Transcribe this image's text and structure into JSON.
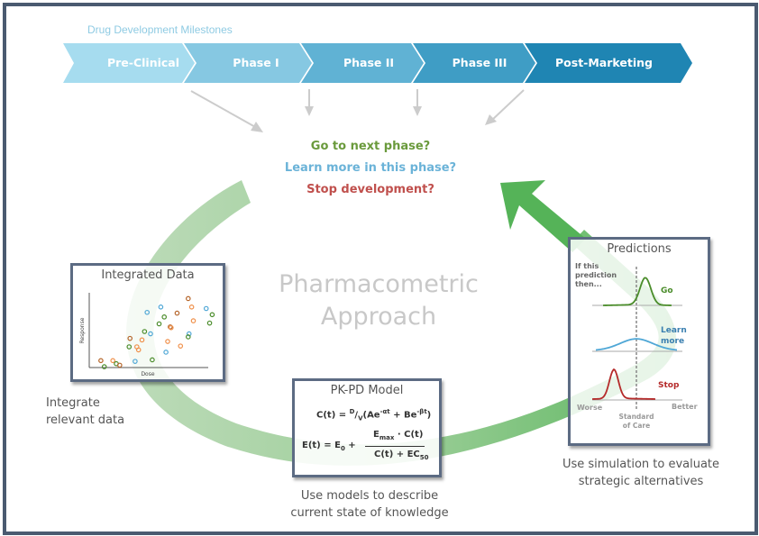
{
  "milestones": {
    "title": "Drug Development Milestones",
    "phases": [
      {
        "label": "Pre-Clinical",
        "color": "#a6dcef"
      },
      {
        "label": "Phase I",
        "color": "#86c8e2"
      },
      {
        "label": "Phase II",
        "color": "#60b2d4"
      },
      {
        "label": "Phase III",
        "color": "#3f9dc5"
      },
      {
        "label": "Post-Marketing",
        "color": "#1f85b3"
      }
    ]
  },
  "decisions": {
    "go": {
      "text": "Go to next phase?",
      "color": "#6a9a3c"
    },
    "learn": {
      "text": "Learn more in this phase?",
      "color": "#6bb3d8"
    },
    "stop": {
      "text": "Stop development?",
      "color": "#c0504d"
    }
  },
  "center": {
    "line1": "Pharmacometric",
    "line2": "Approach"
  },
  "integrated_data": {
    "title": "Integrated Data",
    "xlabel": "Dose",
    "ylabel": "Response",
    "caption_line1": "Integrate",
    "caption_line2": "relevant data",
    "series": [
      {
        "name": "brown",
        "color": "#b5652a"
      },
      {
        "name": "orange",
        "color": "#f0904a"
      },
      {
        "name": "green",
        "color": "#4a8c2a"
      },
      {
        "name": "blue",
        "color": "#4fa7d6"
      }
    ]
  },
  "pkpd": {
    "title": "PK-PD Model",
    "eq1": {
      "lhs": "C(t) = ",
      "d": "D",
      "slash": "/",
      "v": "V",
      "open": "(Ae",
      "exp1": "-αt",
      "plus": " + Be",
      "exp2": "-βt",
      "close": ")"
    },
    "eq2": {
      "lhs": "E(t) = E",
      "sub0": "0",
      "plus": " +",
      "num_e": "E",
      "num_sub": "max",
      "num_rest": " · C(t)",
      "den": "C(t) + EC",
      "den_sub": "50"
    },
    "caption_line1": "Use models to describe",
    "caption_line2": "current state of knowledge"
  },
  "predictions": {
    "title": "Predictions",
    "intro": [
      "If this",
      "prediction",
      "then..."
    ],
    "go": {
      "label": "Go",
      "color": "#4a8c2a"
    },
    "learn": {
      "label_line1": "Learn",
      "label_line2": "more",
      "color": "#3a7fb0"
    },
    "stop": {
      "label": "Stop",
      "color": "#b52a2a"
    },
    "worse": "Worse",
    "better": "Better",
    "soc_line1": "Standard",
    "soc_line2": "of Care",
    "caption_line1": "Use simulation to evaluate",
    "caption_line2": "strategic alternatives"
  }
}
